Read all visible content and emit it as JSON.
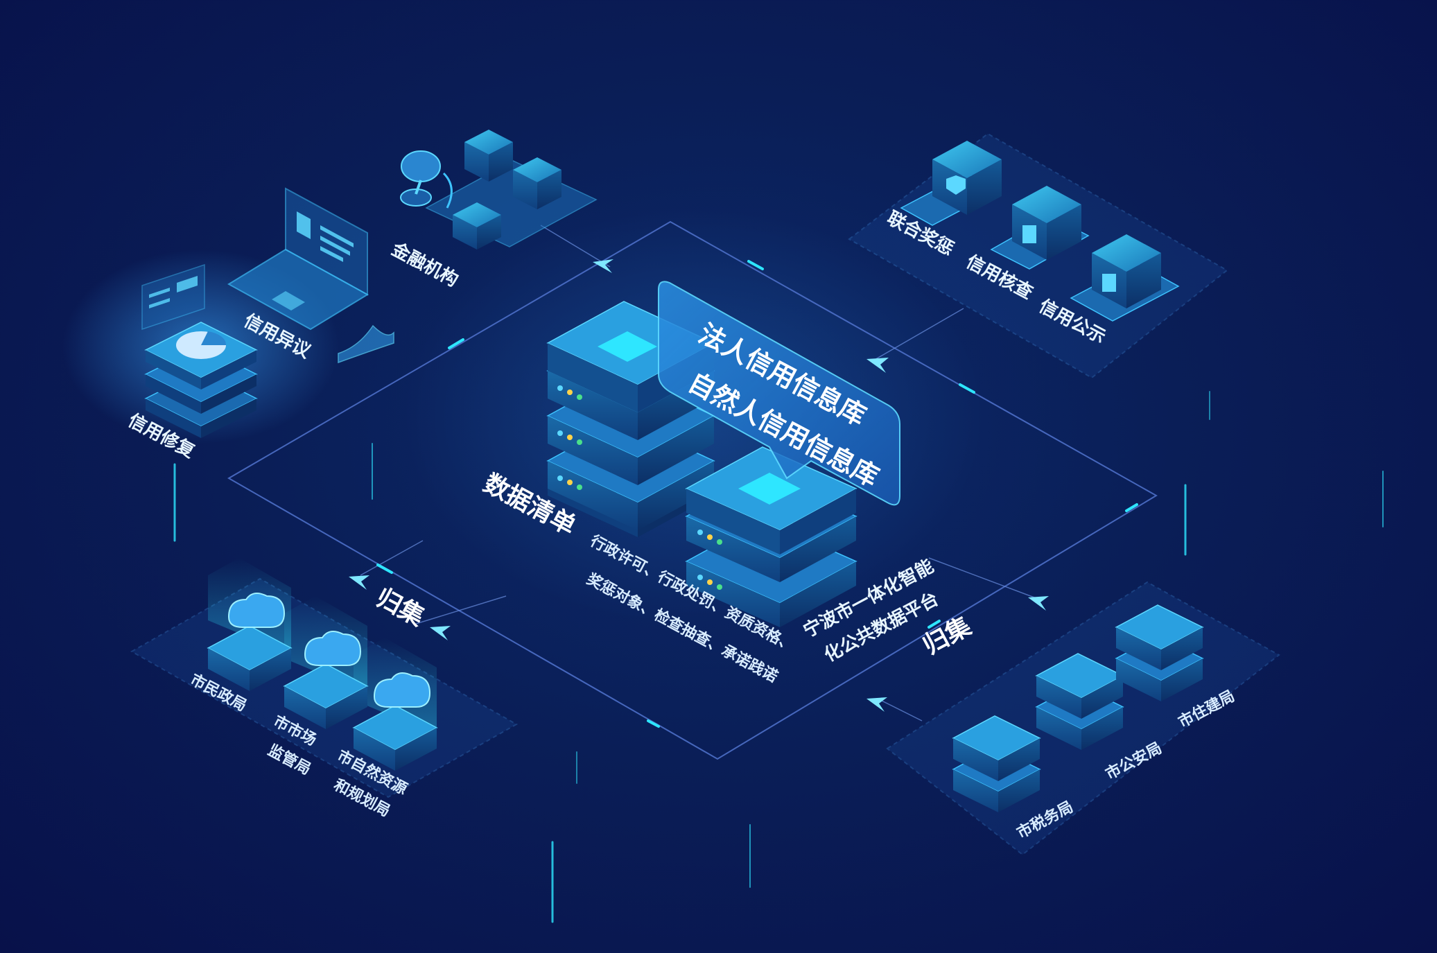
{
  "labels": {
    "financial": "金融机构",
    "credit_objection": "信用异议",
    "credit_repair": "信用修复",
    "joint_reward_punish": "联合奖惩",
    "credit_verify": "信用核查",
    "credit_publicity": "信用公示",
    "data_list": "数据清单",
    "data_items_1": "行政许可、行政处罚、资质资格、",
    "data_items_2": "奖惩对象、检查抽查、承诺践诺",
    "legal_person_db": "法人信用信息库",
    "natural_person_db": "自然人信用信息库",
    "platform_1": "宁波市一体化智能",
    "platform_2": "化公共数据平台",
    "collect_left": "归集",
    "collect_right": "归集",
    "civil_affairs": "市民政局",
    "market_1": "市市场",
    "market_2": "监管局",
    "natural_res_1": "市自然资源",
    "natural_res_2": "和规划局",
    "tax": "市税务局",
    "police": "市公安局",
    "housing": "市住建局"
  },
  "colors": {
    "background": "#0a1e57",
    "cyan": "#2ee6ff",
    "line": "#5a7fd0",
    "card": "#1a78c8"
  }
}
